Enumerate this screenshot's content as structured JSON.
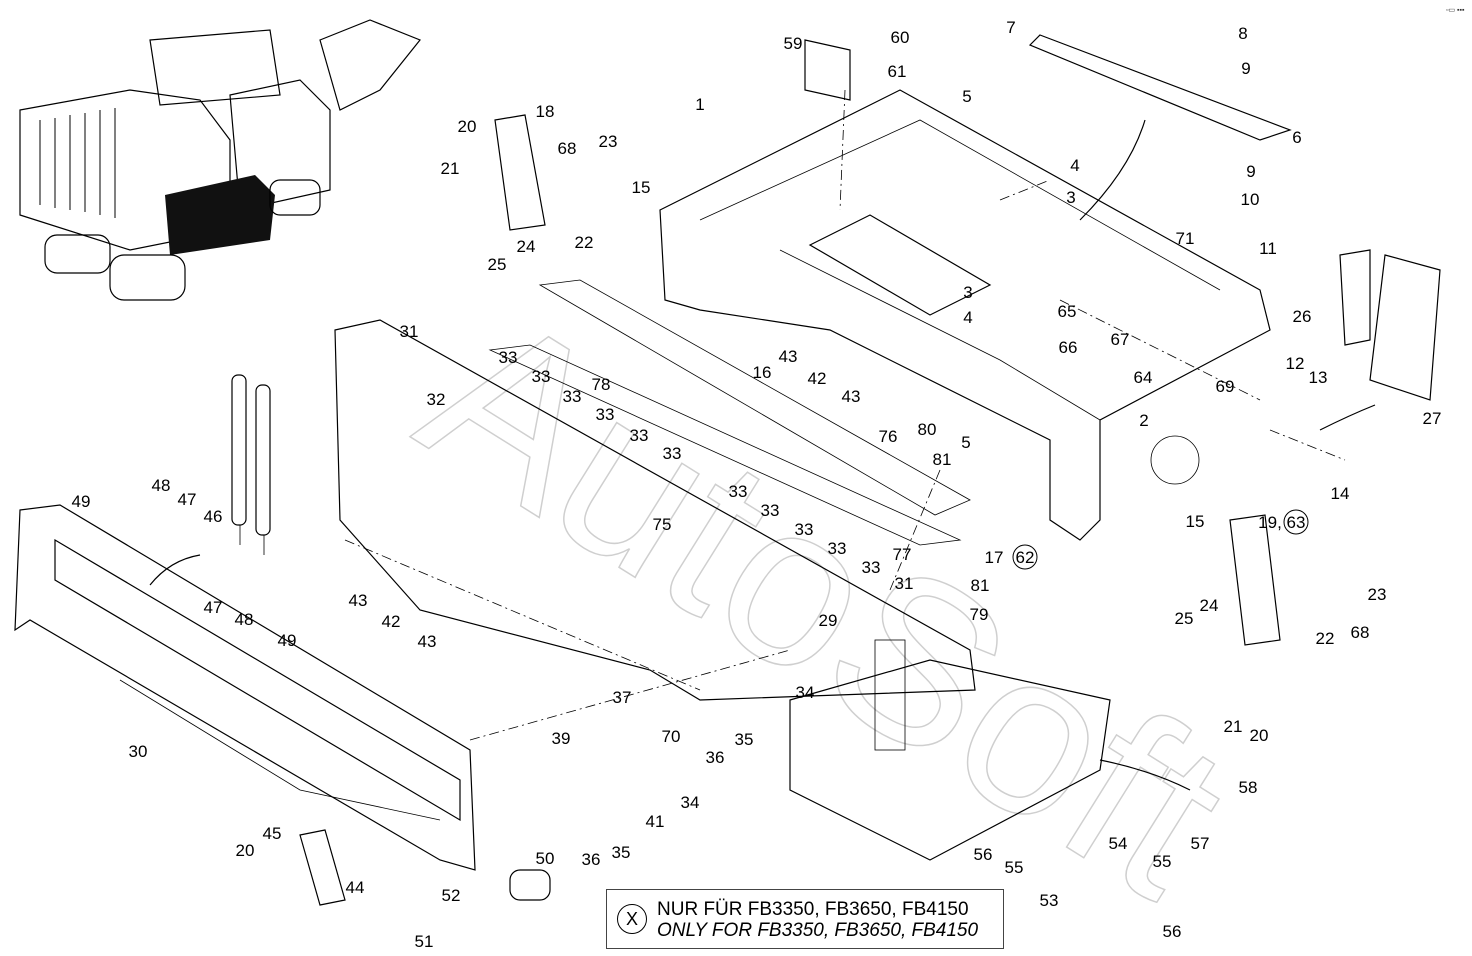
{
  "diagram": {
    "part_labels": [
      "59",
      "60",
      "61",
      "7",
      "8",
      "9",
      "6",
      "9",
      "10",
      "5",
      "4",
      "3",
      "1",
      "18",
      "20",
      "68",
      "23",
      "21",
      "15",
      "22",
      "71",
      "11",
      "24",
      "25",
      "3",
      "65",
      "4",
      "67",
      "26",
      "66",
      "64",
      "12",
      "13",
      "69",
      "27",
      "31",
      "32",
      "33",
      "33",
      "78",
      "33",
      "33",
      "33",
      "16",
      "43",
      "42",
      "43",
      "76",
      "80",
      "81",
      "5",
      "2",
      "33",
      "33",
      "75",
      "33",
      "33",
      "33",
      "33",
      "77",
      "17",
      "19,",
      "14",
      "15",
      "49",
      "48",
      "47",
      "46",
      "47",
      "48",
      "49",
      "43",
      "42",
      "43",
      "29",
      "31",
      "81",
      "79",
      "23",
      "24",
      "25",
      "22",
      "68",
      "34",
      "30",
      "37",
      "39",
      "70",
      "36",
      "35",
      "41",
      "34",
      "21",
      "20",
      "58",
      "57",
      "36",
      "35",
      "20",
      "45",
      "44",
      "56",
      "55",
      "54",
      "55",
      "53",
      "50",
      "52",
      "51",
      "56"
    ],
    "circled_labels": [
      "62",
      "63"
    ],
    "watermark": "AutoSoft",
    "corner_mark": "▫▭ ▪▪▪"
  },
  "note": {
    "symbol": "X",
    "line_de": "NUR FÜR FB3350, FB3650, FB4150",
    "line_en": "ONLY FOR FB3350, FB3650, FB4150"
  }
}
